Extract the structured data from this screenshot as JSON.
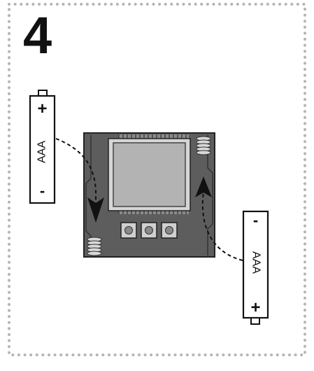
{
  "step": {
    "number": "4"
  },
  "battery_left": {
    "label": "AAA",
    "plus": "+",
    "minus": "-"
  },
  "battery_right": {
    "label": "AAA",
    "plus": "+",
    "minus": "-"
  },
  "colors": {
    "border": "#b5b5b5",
    "board": "#5d5d5d",
    "screen_frame": "#d6d6d6",
    "screen": "#b3b3b3",
    "button": "#cfcfcf"
  }
}
